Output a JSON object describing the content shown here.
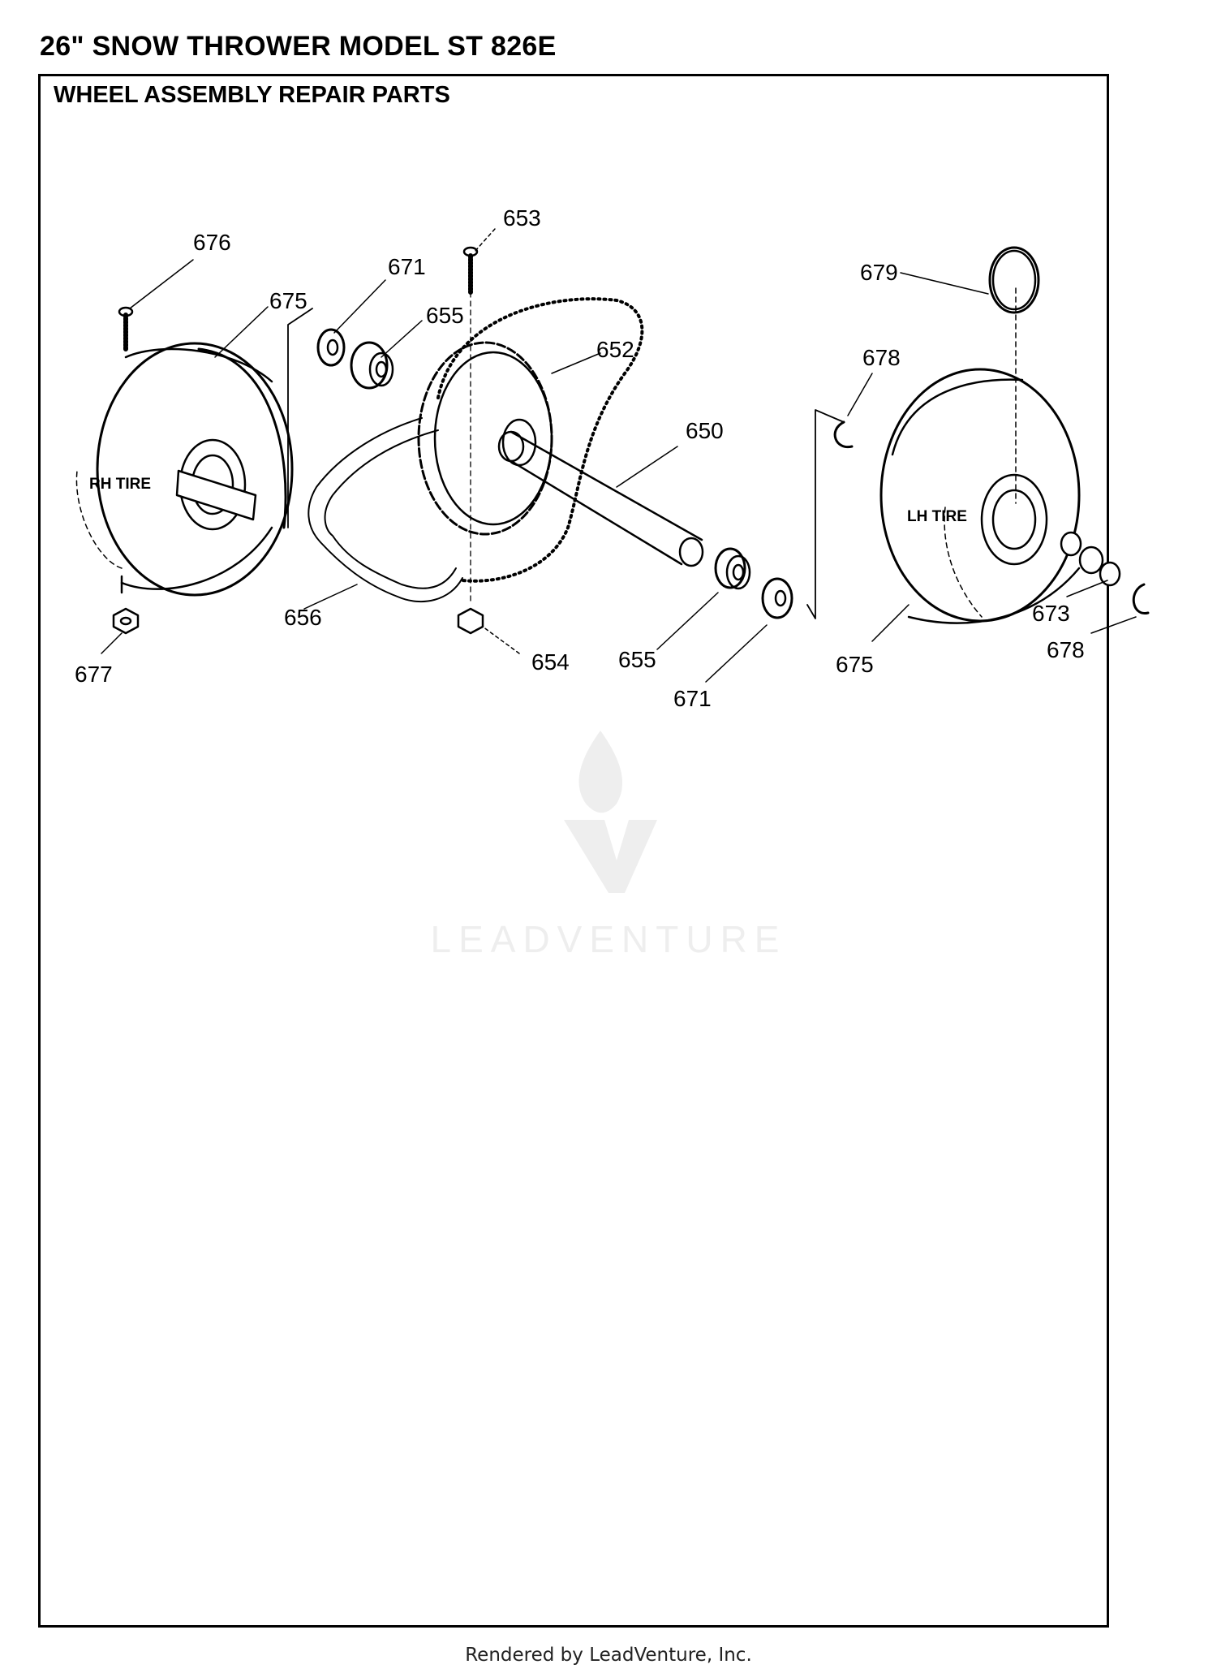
{
  "document": {
    "title": "26\" SNOW THROWER MODEL ST 826E",
    "section_title": "WHEEL ASSEMBLY REPAIR PARTS",
    "footer": "Rendered by LeadVenture, Inc."
  },
  "watermark": {
    "text": "LEADVENTURE",
    "logo": "leadventure-flame-logo"
  },
  "diagram": {
    "tire_labels": {
      "right": "RH TIRE",
      "left": "LH TIRE"
    },
    "callouts": [
      "676",
      "675",
      "671",
      "655",
      "653",
      "652",
      "650",
      "679",
      "678",
      "656",
      "677",
      "654",
      "655",
      "671",
      "675",
      "673",
      "678"
    ]
  }
}
